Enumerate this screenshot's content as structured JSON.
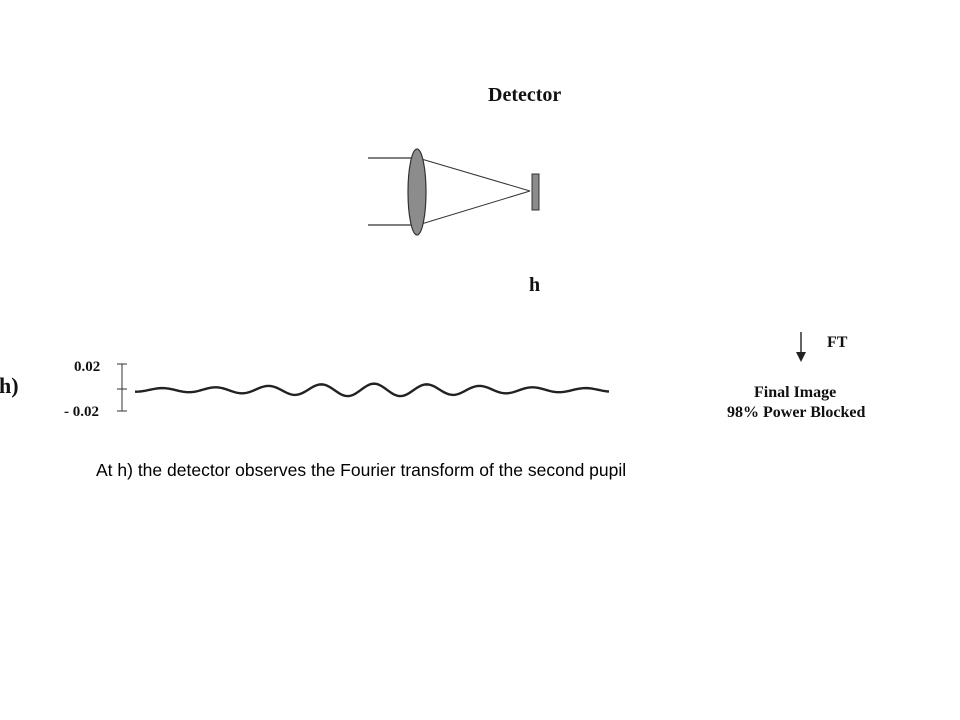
{
  "optics": {
    "detector_label": "Detector",
    "stage_label": "h"
  },
  "plot": {
    "panel_label": "h)",
    "y_max_label": "0.02",
    "y_min_label": "- 0.02"
  },
  "annotations": {
    "ft_label": "FT",
    "final_image_label": "Final Image",
    "power_blocked_label": "98% Power Blocked"
  },
  "caption": {
    "text": "At h) the detector observes the Fourier transform of the second pupil"
  },
  "colors": {
    "lens_fill": "#8c8c8c",
    "detector_fill": "#8c8c8c",
    "line": "#333333"
  }
}
